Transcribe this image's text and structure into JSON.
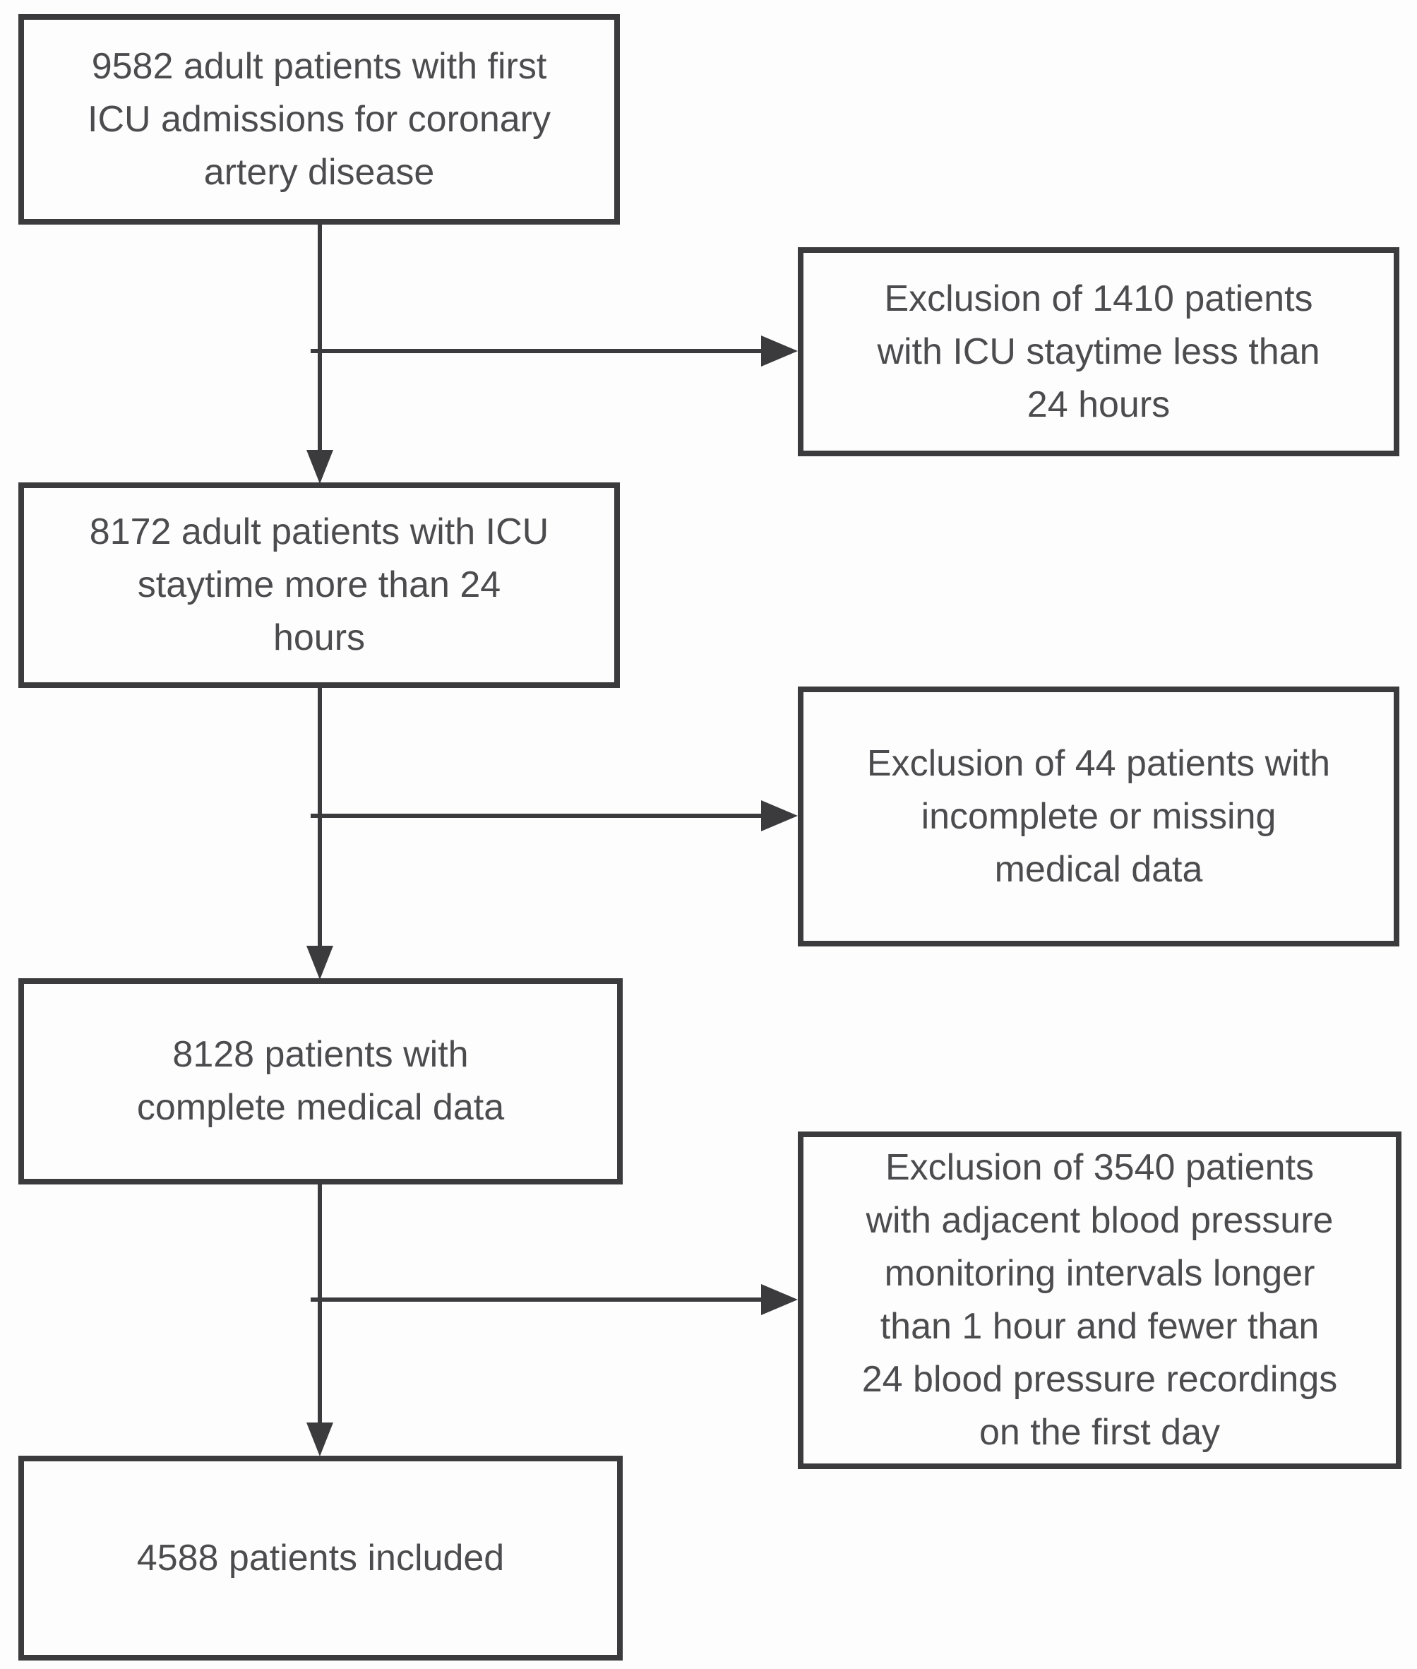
{
  "flowchart": {
    "description": "Patient selection flow diagram",
    "main_boxes": [
      {
        "id": "cohort-initial",
        "count": 9582,
        "text": "9582 adult patients with first\nICU admissions for  coronary\nartery disease"
      },
      {
        "id": "cohort-staytime",
        "count": 8172,
        "text": "8172 adult patients with  ICU\nstaytime more than  24\nhours"
      },
      {
        "id": "cohort-complete-data",
        "count": 8128,
        "text": "8128  patients  with\ncomplete medical data"
      },
      {
        "id": "cohort-included",
        "count": 4588,
        "text": "4588 patients included"
      }
    ],
    "exclusion_boxes": [
      {
        "id": "exclusion-short-staytime",
        "count": 1410,
        "text": "Exclusion of 1410 patients\nwith  ICU staytime less than\n24 hours"
      },
      {
        "id": "exclusion-missing-data",
        "count": 44,
        "text": "Exclusion of 44 patients  with\nincomplete or missing\nmedical data"
      },
      {
        "id": "exclusion-bp-monitoring",
        "count": 3540,
        "text": "Exclusion of 3540 patients\nwith adjacent blood pressure\nmonitoring intervals longer\nthan 1 hour and fewer than\n24 blood pressure recordings\non the first day"
      }
    ],
    "colors": {
      "line": "#3b3b3e",
      "text": "#4c4c4f",
      "background": "#fdfdfd"
    }
  }
}
